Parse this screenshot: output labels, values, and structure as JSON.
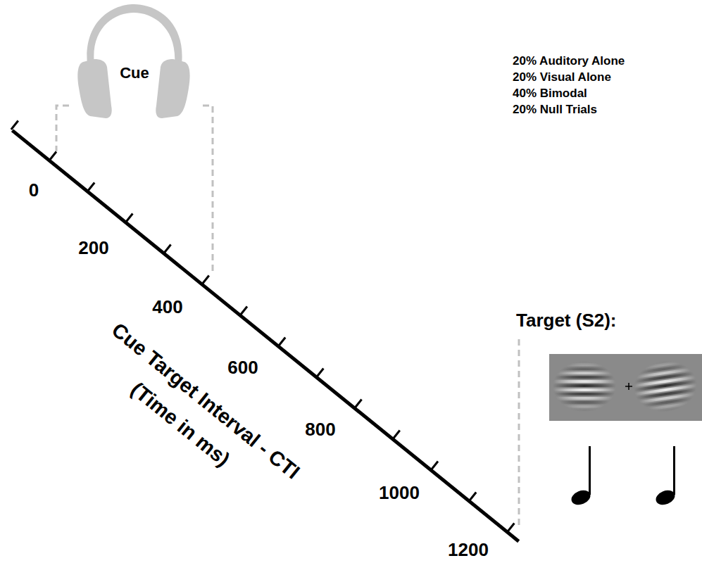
{
  "diagram": {
    "labels": [
      "Cue",
      "0",
      "200",
      "400",
      "600",
      "800",
      "1000",
      "1200",
      "Cue Target Interval - CTI",
      "(Time in ms)",
      "20% Auditory Alone",
      "20% Visual Alone",
      "40% Bimodal",
      "20% Null Trials",
      "Target (S2):"
    ]
  }
}
